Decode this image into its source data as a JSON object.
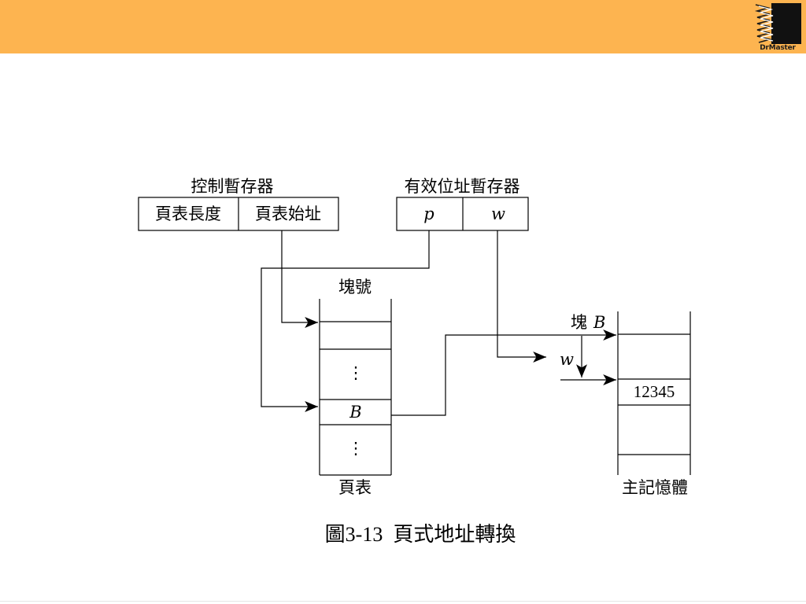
{
  "header": {
    "accent_color": "#fdb450",
    "logo": {
      "icon": "drmaster-logo-icon",
      "text": "DrMaster"
    }
  },
  "diagram": {
    "control_register": {
      "title": "控制暫存器",
      "cells": [
        "頁表長度",
        "頁表始址"
      ]
    },
    "address_register": {
      "title": "有效位址暫存器",
      "cells": [
        "p",
        "w"
      ]
    },
    "page_table": {
      "header": "塊號",
      "footer": "頁表",
      "ellipsis": "⋮",
      "entry": "B"
    },
    "memory": {
      "block_label": "塊",
      "block_var": "B",
      "offset_label": "w",
      "value": "12345",
      "footer": "主記憶體"
    },
    "caption": "圖3-13  頁式地址轉換"
  }
}
